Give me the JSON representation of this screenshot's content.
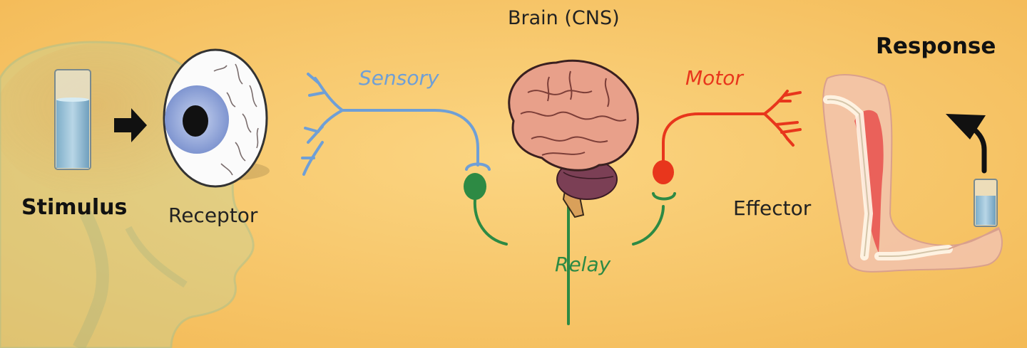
{
  "labels": {
    "brain": "Brain (CNS)",
    "sensory": "Sensory",
    "motor": "Motor",
    "relay": "Relay",
    "stimulus": "Stimulus",
    "receptor": "Receptor",
    "effector": "Effector",
    "response": "Response"
  },
  "colors": {
    "background": "#f7c66a",
    "sensory_neuron": "#6f9fd6",
    "motor_neuron": "#e8361c",
    "relay_neuron": "#2d8a44"
  },
  "icons": [
    "head-silhouette-icon",
    "water-glass-icon",
    "arrow-right-icon",
    "eye-icon",
    "brain-icon",
    "arm-icon",
    "lift-arrow-icon"
  ]
}
